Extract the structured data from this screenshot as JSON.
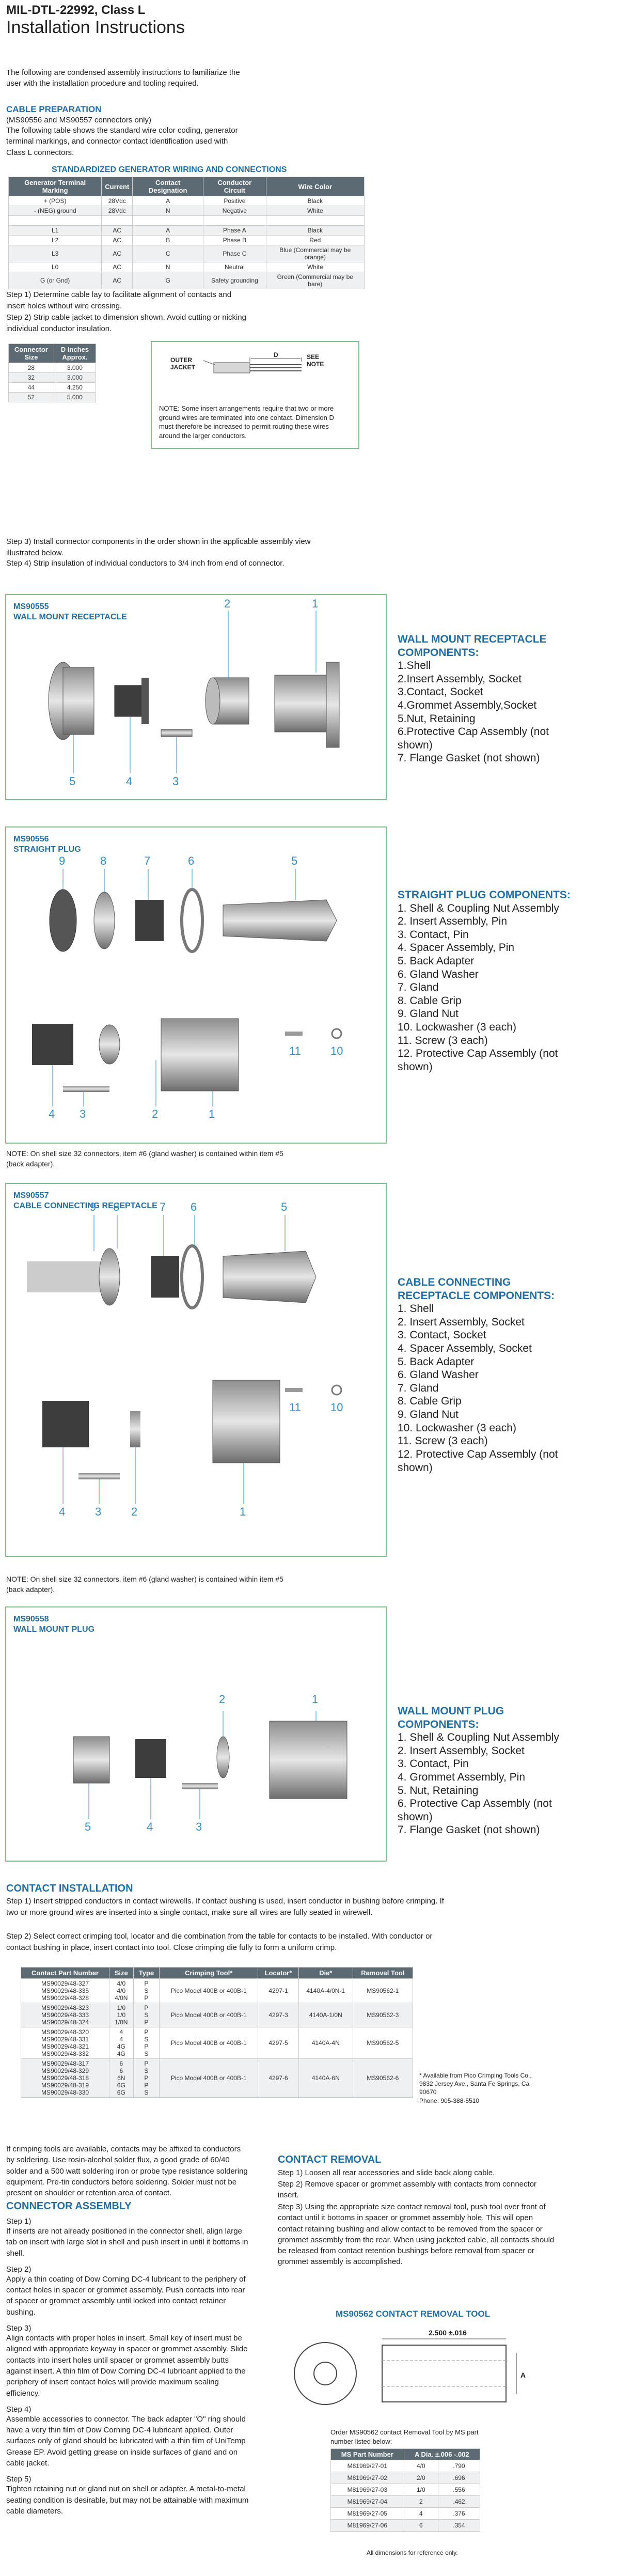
{
  "header": {
    "title": "MIL-DTL-22992, Class L",
    "subtitle": "Installation Instructions"
  },
  "intro": "The following are condensed assembly instructions to familiarize the user with the installation procedure and tooling required.",
  "cable_prep": {
    "heading": "CABLE PREPARATION",
    "sub": "(MS90556 and MS90557 connectors only)",
    "desc": "The following table shows the standard wire color coding, generator terminal markings, and connector contact identification used with Class L connectors."
  },
  "gen_table": {
    "title": "STANDARDIZED GENERATOR WIRING AND CONNECTIONS",
    "headers": [
      "Generator Terminal Marking",
      "Current",
      "Contact Designation",
      "Conductor Circuit",
      "Wire Color"
    ],
    "rows": [
      [
        "+ (POS)",
        "28Vdc",
        "A",
        "Positive",
        "Black"
      ],
      [
        "- (NEG) ground",
        "28Vdc",
        "N",
        "Negative",
        "White"
      ],
      [
        "",
        "",
        "",
        "",
        ""
      ],
      [
        "L1",
        "AC",
        "A",
        "Phase A",
        "Black"
      ],
      [
        "L2",
        "AC",
        "B",
        "Phase B",
        "Red"
      ],
      [
        "L3",
        "AC",
        "C",
        "Phase C",
        "Blue (Commercial may be orange)"
      ],
      [
        "L0",
        "AC",
        "N",
        "Neutral",
        "White"
      ],
      [
        "G (or Gnd)",
        "AC",
        "G",
        "Safety grounding",
        "Green (Commercial may be bare)"
      ]
    ]
  },
  "steps_a": {
    "s1": "Step 1)    Determine cable lay to facilitate alignment of contacts and insert holes without wire crossing.",
    "s2": "Step 2)    Strip cable jacket to dimension shown. Avoid cutting or nicking individual conductor insulation."
  },
  "dim_table": {
    "headers": [
      "Connector Size",
      "D Inches Approx."
    ],
    "rows": [
      [
        "28",
        "3.000"
      ],
      [
        "32",
        "3.000"
      ],
      [
        "44",
        "4.250"
      ],
      [
        "52",
        "5.000"
      ]
    ]
  },
  "jacket_box": {
    "outer": "OUTER JACKET",
    "d": "D",
    "see": "SEE NOTE",
    "note": "NOTE: Some insert arrangements require that two or more ground wires are terminated into one contact. Dimension D must therefore be increased to permit routing these wires around the larger conductors."
  },
  "steps_b": {
    "s3": "Step 3)    Install connector components in the order shown in the applicable assembly view illustrated below.",
    "s4": "Step 4)    Strip insulation of individual conductors to 3/4 inch from end of connector."
  },
  "ms90555": {
    "code": "MS90555",
    "name": "WALL MOUNT RECEPTACLE",
    "list_title": "WALL MOUNT RECEPTACLE COMPONENTS:",
    "items": [
      "1.Shell",
      "2.Insert Assembly, Socket",
      "3.Contact, Socket",
      "4.Grommet Assembly,Socket",
      "5.Nut, Retaining",
      "6.Protective Cap Assembly (not shown)",
      "7. Flange Gasket (not shown)"
    ],
    "callouts": [
      "1",
      "2",
      "3",
      "4",
      "5"
    ]
  },
  "ms90556": {
    "code": "MS90556",
    "name": "STRAIGHT PLUG",
    "list_title": "STRAIGHT PLUG COMPONENTS:",
    "items": [
      "1.  Shell & Coupling Nut Assembly",
      "2.  Insert Assembly, Pin",
      "3.  Contact, Pin",
      "4.  Spacer Assembly, Pin",
      "5.  Back Adapter",
      "6.  Gland Washer",
      "7.  Gland",
      "8.  Cable Grip",
      "9.  Gland Nut",
      "10.  Lockwasher (3 each)",
      "11.  Screw (3 each)",
      "12.  Protective Cap Assembly (not shown)"
    ],
    "callouts": [
      "9",
      "8",
      "7",
      "6",
      "5",
      "4",
      "3",
      "2",
      "1",
      "11",
      "10"
    ],
    "note": "NOTE: On shell size 32 connectors, item #6 (gland washer) is contained within item #5 (back adapter)."
  },
  "ms90557": {
    "code": "MS90557",
    "name": "CABLE CONNECTING RECEPTACLE",
    "list_title": "CABLE CONNECTING RECEPTACLE COMPONENTS:",
    "items": [
      "1.  Shell",
      "2.  Insert Assembly, Socket",
      "3.  Contact, Socket",
      "4.  Spacer Assembly, Socket",
      "5.  Back Adapter",
      "6.  Gland Washer",
      "7.  Gland",
      "8.  Cable Grip",
      "9.  Gland Nut",
      "10.  Lockwasher (3 each)",
      "11.  Screw (3 each)",
      "12.  Protective Cap Assembly (not shown)"
    ],
    "callouts": [
      "9",
      "8",
      "7",
      "6",
      "5",
      "4",
      "3",
      "2",
      "1",
      "11",
      "10"
    ],
    "note": "NOTE: On shell size 32 connectors, item #6 (gland washer) is contained within item #5 (back adapter)."
  },
  "ms90558": {
    "code": "MS90558",
    "name": "WALL MOUNT PLUG",
    "list_title": "WALL MOUNT PLUG COMPONENTS:",
    "items": [
      "1.  Shell & Coupling Nut Assembly",
      "2.  Insert Assembly, Socket",
      "3.  Contact, Pin",
      "4.  Grommet Assembly, Pin",
      "5.  Nut, Retaining",
      "6.  Protective Cap Assembly (not shown)",
      "7.  Flange Gasket (not shown)"
    ],
    "callouts": [
      "2",
      "1",
      "5",
      "4",
      "3"
    ]
  },
  "contact_install": {
    "heading": "CONTACT INSTALLATION",
    "s1": "Step 1)    Insert stripped conductors in contact wirewells. If contact bushing is used, insert conductor in bushing before crimping. If two or more ground wires are inserted into a single contact, make sure all wires are fully seated in wirewell.",
    "s2": "Step 2)    Select correct crimping tool, locator and die combination from the table for contacts to be installed. With conductor or contact bushing in place, insert contact into tool. Close crimping die fully to form a uniform crimp."
  },
  "crimp_table": {
    "headers": [
      "Contact Part Number",
      "Size",
      "Type",
      "Crimping Tool*",
      "Locator*",
      "Die*",
      "Removal Tool"
    ],
    "groups": [
      {
        "pn": [
          "MS90029/48-327",
          "MS90029/48-335",
          "MS90029/48-328"
        ],
        "size": [
          "4/0",
          "4/0",
          "4/0N"
        ],
        "type": [
          "P",
          "S",
          "P"
        ],
        "tool": "Pico Model 400B or 400B-1",
        "loc": "4297-1",
        "die": "4140A-4/0N-1",
        "rem": "MS90562-1"
      },
      {
        "pn": [
          "MS90029/48-323",
          "MS90029/48-333",
          "MS90029/48-324"
        ],
        "size": [
          "1/0",
          "1/0",
          "1/0N"
        ],
        "type": [
          "P",
          "S",
          "P"
        ],
        "tool": "Pico Model 400B or 400B-1",
        "loc": "4297-3",
        "die": "4140A-1/0N",
        "rem": "MS90562-3"
      },
      {
        "pn": [
          "MS90029/48-320",
          "MS90029/48-331",
          "MS90029/48-321",
          "MS90029/48-332"
        ],
        "size": [
          "4",
          "4",
          "4G",
          "4G"
        ],
        "type": [
          "P",
          "S",
          "P",
          "S"
        ],
        "tool": "Pico Model 400B or 400B-1",
        "loc": "4297-5",
        "die": "4140A-4N",
        "rem": "MS90562-5"
      },
      {
        "pn": [
          "MS90029/48-317",
          "MS90029/48-329",
          "MS90029/48-318",
          "MS90029/48-319",
          "MS90029/48-330"
        ],
        "size": [
          "6",
          "6",
          "6N",
          "6G",
          "6G"
        ],
        "type": [
          "P",
          "S",
          "P",
          "P",
          "S"
        ],
        "tool": "Pico Model 400B or 400B-1",
        "loc": "4297-6",
        "die": "4140A-6N",
        "rem": "MS90562-6"
      }
    ],
    "footnote": "* Available from Pico Crimping Tools Co., 9832 Jersey Ave., Santa Fe Springs, Ca 90670",
    "phone": "Phone: 905-388-5510"
  },
  "solder_para": "If crimping tools are available, contacts may be affixed to conductors by soldering. Use rosin-alcohol solder flux, a good grade of 60/40 solder and a 500 watt soldering iron or probe type resistance soldering equipment. Pre-tin conductors before soldering. Solder must not be present on shoulder or retention area of contact.",
  "connector_assembly": {
    "heading": "CONNECTOR ASSEMBLY",
    "steps": [
      {
        "label": "Step 1)",
        "text": "If inserts are not already positioned in the connector shell, align large tab on insert with large slot in shell and push insert in until it bottoms in shell."
      },
      {
        "label": "Step 2)",
        "text": "Apply a thin coating of Dow Corning DC-4 lubricant to the periphery of contact holes in spacer or grommet assembly. Push contacts into rear of spacer or grommet assembly until locked into contact retainer bushing."
      },
      {
        "label": "Step 3)",
        "text": "Align contacts with proper holes in insert. Small key of insert must be aligned with appropriate keyway in spacer or grommet assembly. Slide contacts into insert holes until spacer or grommet assembly butts against insert. A thin film of Dow Corning DC-4 lubricant applied to the periphery of insert contact holes will provide maximum sealing efficiency."
      },
      {
        "label": "Step 4)",
        "text": "Assemble accessories to connector. The back adapter \"O\" ring should have a very thin film of Dow Corning DC-4 lubricant applied. Outer surfaces only of gland should be lubricated with a thin film of UniTemp Grease EP. Avoid getting grease on inside surfaces of gland and on cable jacket."
      },
      {
        "label": "Step 5)",
        "text": "Tighten retaining nut or gland nut on shell or adapter. A metal-to-metal seating condition is desirable, but may not be attainable with maximum cable diameters."
      }
    ]
  },
  "contact_removal": {
    "heading": "CONTACT REMOVAL",
    "s1": "Step 1)    Loosen all rear accessories and slide back along cable.",
    "s2": "Step 2)    Remove spacer or grommet assembly with contacts from connector insert.",
    "s3": "Step 3)    Using the appropriate size contact removal tool, push tool over front of contact until it bottoms in spacer or grommet assembly hole. This will open contact retaining bushing and allow contact to be removed from the spacer or grommet assembly from the rear. When using jacketed cable, all contacts should be released from contact retention bushings before removal from spacer or grommet assembly is accomplished."
  },
  "removal_tool": {
    "title": "MS90562 CONTACT REMOVAL TOOL",
    "dim": "2.500 ±.016",
    "a": "A",
    "order": "Order MS90562 contact Removal Tool by MS part number listed below:",
    "headers": [
      "MS Part Number",
      "A Dia. ±.006 -.002"
    ],
    "rows": [
      [
        "M81969/27-01",
        "4/0",
        ".790"
      ],
      [
        "M81969/27-02",
        "2/0",
        ".696"
      ],
      [
        "M81969/27-03",
        "1/0",
        ".556"
      ],
      [
        "M81969/27-04",
        "2",
        ".462"
      ],
      [
        "M81969/27-05",
        "4",
        ".376"
      ],
      [
        "M81969/27-06",
        "6",
        ".354"
      ]
    ],
    "footer": "All dimensions for reference only."
  }
}
